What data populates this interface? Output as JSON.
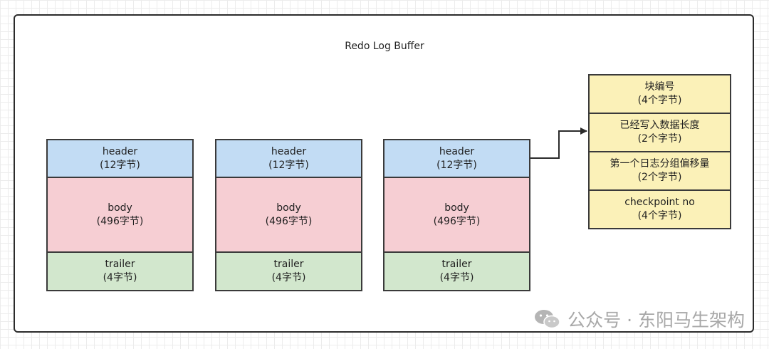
{
  "title": "Redo Log Buffer",
  "blocks": [
    {
      "header": {
        "name": "header",
        "size": "(12字节)"
      },
      "body": {
        "name": "body",
        "size": "(496字节)"
      },
      "trailer": {
        "name": "trailer",
        "size": "(4字节)"
      }
    },
    {
      "header": {
        "name": "header",
        "size": "(12字节)"
      },
      "body": {
        "name": "body",
        "size": "(496字节)"
      },
      "trailer": {
        "name": "trailer",
        "size": "(4字节)"
      }
    },
    {
      "header": {
        "name": "header",
        "size": "(12字节)"
      },
      "body": {
        "name": "body",
        "size": "(496字节)"
      },
      "trailer": {
        "name": "trailer",
        "size": "(4字节)"
      }
    }
  ],
  "header_fields": [
    {
      "name": "块编号",
      "size": "(4个字节)"
    },
    {
      "name": "已经写入数据长度",
      "size": "(2个字节)"
    },
    {
      "name": "第一个日志分组偏移量",
      "size": "(2个字节)"
    },
    {
      "name": "checkpoint no",
      "size": "(4个字节)"
    }
  ],
  "watermark": {
    "icon": "wechat-icon",
    "text": "公众号 · 东阳马生架构"
  },
  "colors": {
    "header": "#c2dcf4",
    "body": "#f6ced3",
    "trailer": "#d2e7cd",
    "fields": "#fbf1b8",
    "border": "#3a3a3a"
  }
}
